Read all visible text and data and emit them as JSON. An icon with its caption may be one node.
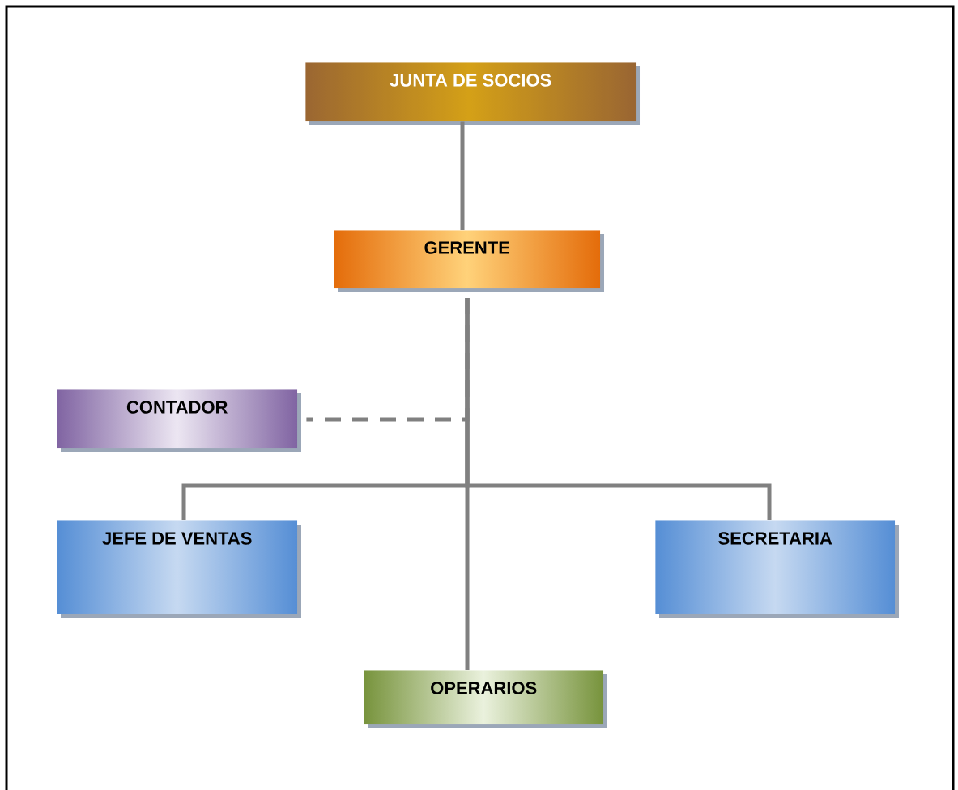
{
  "diagram": {
    "nodes": [
      {
        "text": [
          "JUNTA DE SOCIOS"
        ]
      },
      {
        "text": [
          "GERENTE"
        ]
      },
      {
        "text": [
          "CONTADOR"
        ]
      },
      {
        "text": [
          "JEFE DE VENTAS"
        ]
      },
      {
        "text": [
          "SECRETARIA"
        ]
      },
      {
        "text": [
          "OPERARIOS"
        ]
      }
    ],
    "edges": [
      {
        "from": 0,
        "to": 1,
        "arrow": "none"
      },
      {
        "from": 1,
        "to": 2,
        "arrow": "none",
        "style": "dashed"
      },
      {
        "from": 1,
        "to": 3,
        "arrow": "none"
      },
      {
        "from": 1,
        "to": 4,
        "arrow": "none"
      },
      {
        "from": 1,
        "to": 5,
        "arrow": "none"
      }
    ]
  }
}
